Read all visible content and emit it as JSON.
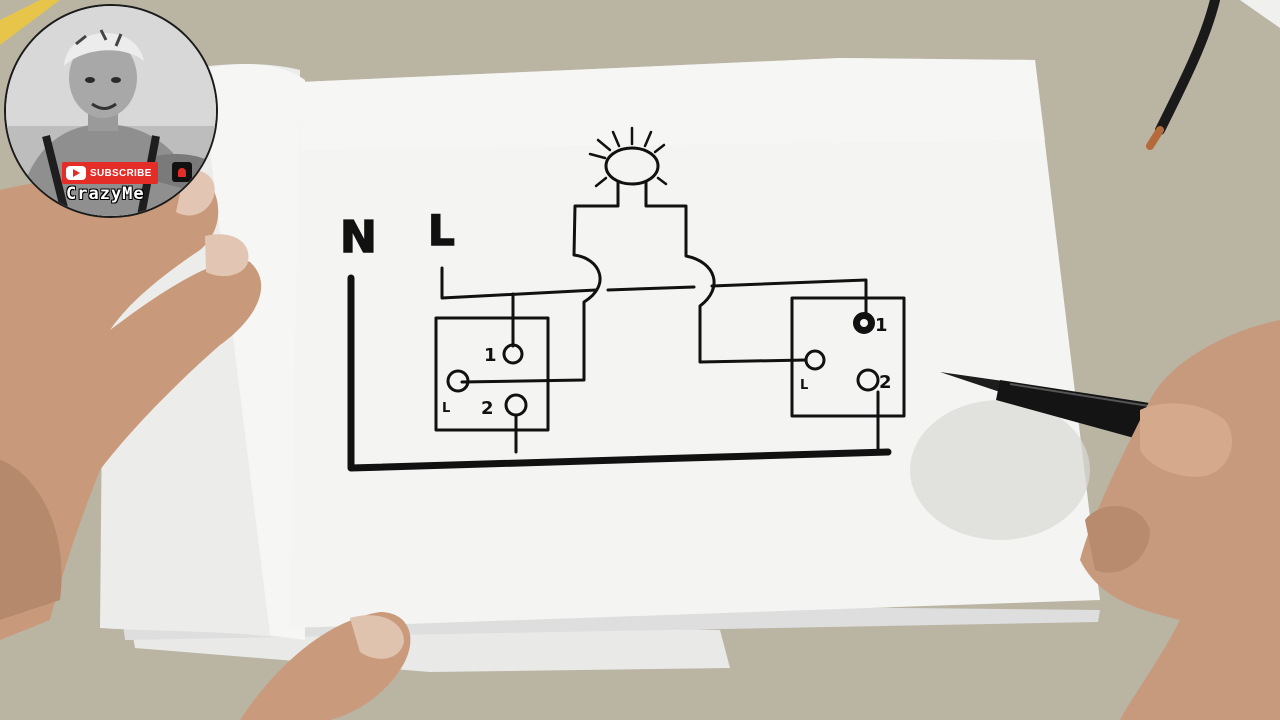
{
  "diagram": {
    "neutral_label": "N",
    "live_label": "L",
    "switch1": {
      "terminal_1": "1",
      "terminal_2": "2",
      "common": "L"
    },
    "switch2": {
      "terminal_1": "1",
      "terminal_2": "2",
      "common": "L"
    }
  },
  "avatar": {
    "subscribe_label": "SUBSCRIBE",
    "channel_name": "CrazyMe"
  },
  "colors": {
    "table": "#b5ae9f",
    "paper": "#f4f4f2",
    "ink": "#111111",
    "skin": "#c99a7c",
    "subscribe_red": "#e52d27"
  }
}
